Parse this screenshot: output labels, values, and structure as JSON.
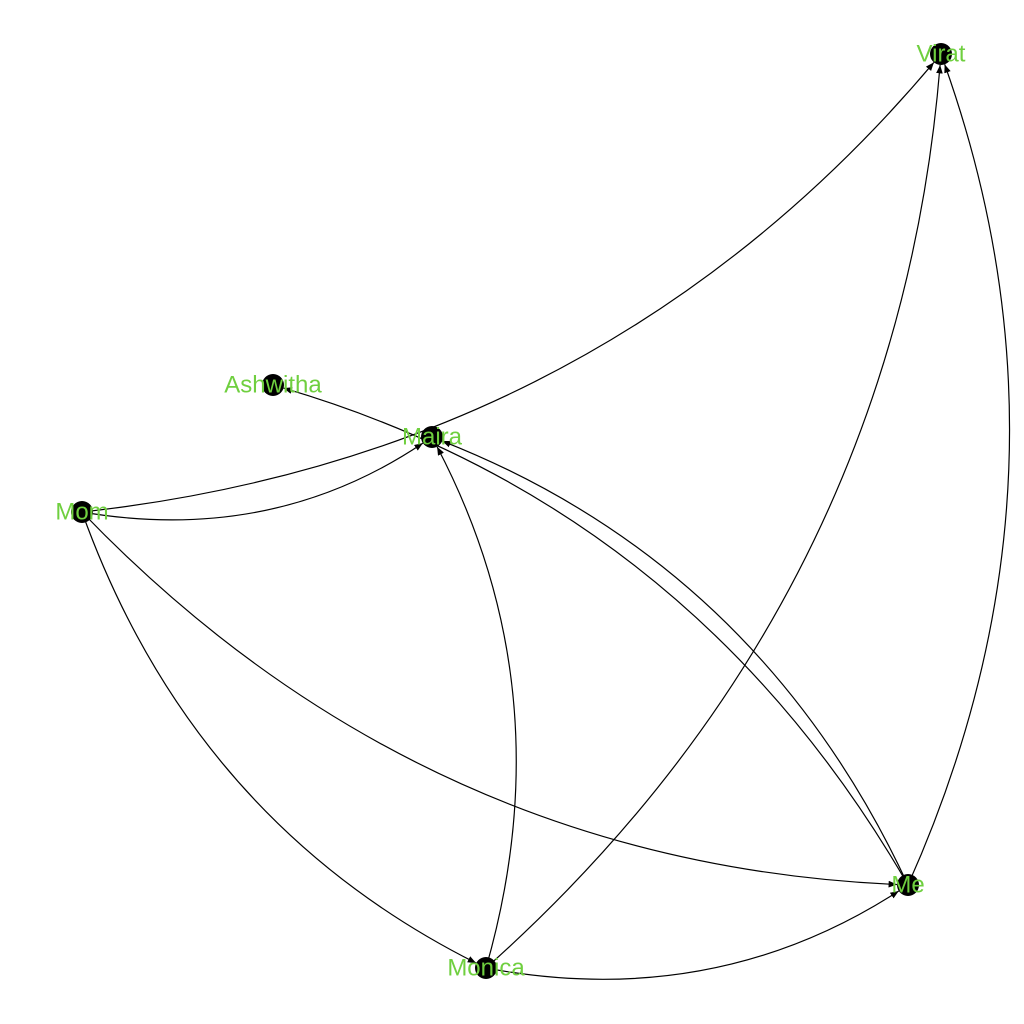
{
  "graph": {
    "node_color": "#000000",
    "label_color": "#6fcf3f",
    "edge_color": "#000000",
    "directed": true,
    "nodes": [
      {
        "id": "virat",
        "label": "Virat"
      },
      {
        "id": "ashwitha",
        "label": "Ashwitha"
      },
      {
        "id": "maira",
        "label": "Maira"
      },
      {
        "id": "mom",
        "label": "Mom"
      },
      {
        "id": "me",
        "label": "Me"
      },
      {
        "id": "monica",
        "label": "Monica"
      }
    ],
    "edges": [
      {
        "source": "mom",
        "target": "virat"
      },
      {
        "source": "mom",
        "target": "maira"
      },
      {
        "source": "mom",
        "target": "me"
      },
      {
        "source": "mom",
        "target": "monica"
      },
      {
        "source": "monica",
        "target": "virat"
      },
      {
        "source": "monica",
        "target": "maira"
      },
      {
        "source": "monica",
        "target": "me"
      },
      {
        "source": "me",
        "target": "virat"
      },
      {
        "source": "me",
        "target": "ashwitha"
      },
      {
        "source": "me",
        "target": "maira"
      }
    ]
  }
}
